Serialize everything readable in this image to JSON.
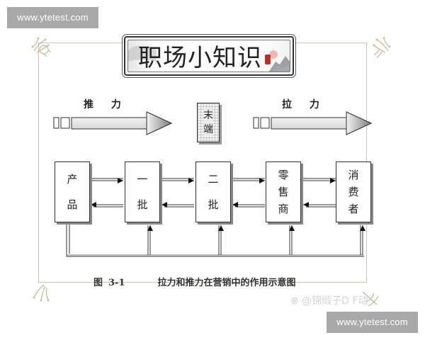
{
  "watermarks": {
    "top": "www.ytetest.com",
    "bottom": "www.ytetest.com"
  },
  "banner": {
    "title": "职场小知识"
  },
  "forces": {
    "push_label": "推 力",
    "pull_label": "拉 力"
  },
  "terminal": {
    "line1": "末",
    "line2": "端"
  },
  "nodes": [
    {
      "id": "producer",
      "chars": [
        "产",
        "品"
      ]
    },
    {
      "id": "wholesaler1",
      "chars": [
        "一",
        "批"
      ]
    },
    {
      "id": "wholesaler2",
      "chars": [
        "二",
        "批"
      ]
    },
    {
      "id": "retailer",
      "chars": [
        "零",
        "售",
        "商"
      ]
    },
    {
      "id": "consumer",
      "chars": [
        "消",
        "费",
        "者"
      ]
    }
  ],
  "caption": {
    "figure": "图",
    "number": "3-1",
    "text": "拉力和推力在营销中的作用示意图"
  },
  "social_watermark": "⊗ @锦缎子D F动",
  "colors": {
    "frame": "#c9c6b4",
    "watermark_bg": "#a9a9a9",
    "seal": "#b5322a",
    "ink": "#222222"
  }
}
